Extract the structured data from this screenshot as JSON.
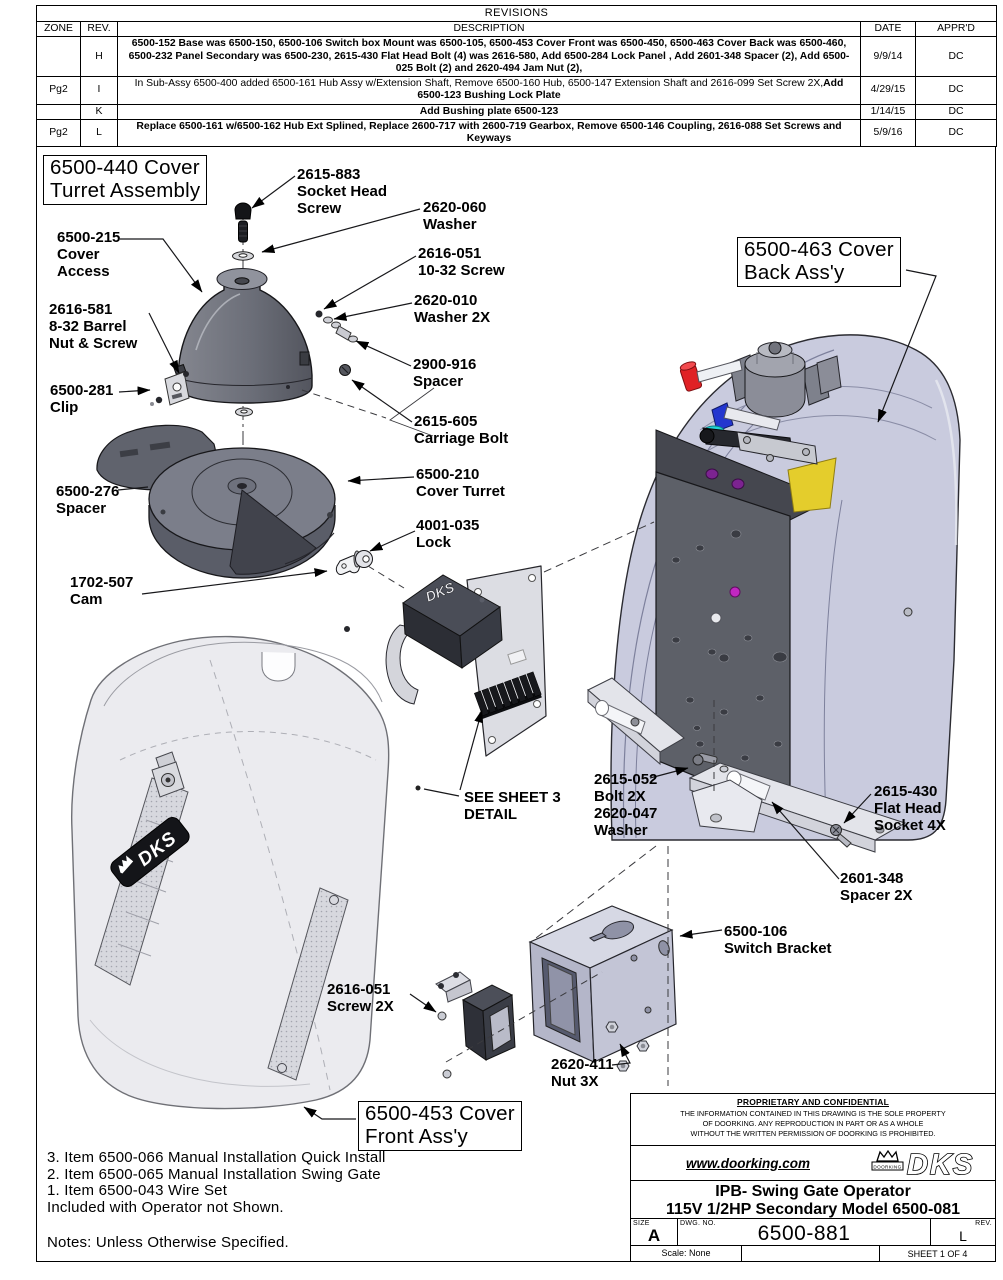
{
  "revisions": {
    "title": "REVISIONS",
    "columns": [
      "ZONE",
      "REV.",
      "DESCRIPTION",
      "DATE",
      "APPR'D"
    ],
    "rows": [
      {
        "zone": "",
        "rev": "H",
        "desc": "6500-152 Base was 6500-150, 6500-106 Switch box Mount was 6500-105, 6500-453 Cover Front was 6500-450, 6500-463 Cover Back was 6500-460,  6500-232 Panel Secondary was 6500-230, 2615-430 Flat Head Bolt (4) was 2616-580, Add 6500-284 Lock Panel , Add 2601-348 Spacer (2), Add 6500-025 Bolt (2) and  2620-494 Jam Nut (2),",
        "desc_bold": "",
        "date": "9/9/14",
        "appr": "DC"
      },
      {
        "zone": "Pg2",
        "rev": "I",
        "desc": "In Sub-Assy 6500-400 added 6500-161 Hub Assy w/Extension Shaft, Remove 6500-160 Hub, 6500-147 Extension Shaft and 2616-099 Set Screw 2X,",
        "desc_bold": "Add 6500-123 Bushing Lock Plate",
        "date": "4/29/15",
        "appr": "DC"
      },
      {
        "zone": "",
        "rev": "K",
        "desc": "Add Bushing plate 6500-123",
        "desc_bold": "",
        "date": "1/14/15",
        "appr": "DC"
      },
      {
        "zone": "Pg2",
        "rev": "L",
        "desc": "Replace 6500-161 w/6500-162 Hub Ext Splined,   Replace 2600-717 with 2600-719 Gearbox, Remove 6500-146 Coupling, 2616-088 Set Screws and Keyways",
        "desc_bold": "",
        "date": "5/9/16",
        "appr": "DC"
      }
    ]
  },
  "boxes": {
    "turret": "6500-440 Cover\nTurret Assembly",
    "back": "6500-463 Cover\nBack Ass'y",
    "front": "6500-453 Cover\nFront Ass'y"
  },
  "callouts": [
    {
      "text": "2615-883\nSocket Head\nScrew"
    },
    {
      "text": "2620-060\nWasher"
    },
    {
      "text": "6500-215\nCover\nAccess"
    },
    {
      "text": "2616-051\n10-32 Screw"
    },
    {
      "text": "2620-010\nWasher 2X"
    },
    {
      "text": "2616-581\n8-32 Barrel\nNut & Screw"
    },
    {
      "text": "2900-916\nSpacer"
    },
    {
      "text": "6500-281\nClip"
    },
    {
      "text": "2615-605\nCarriage Bolt"
    },
    {
      "text": "6500-210\nCover Turret"
    },
    {
      "text": "6500-276\nSpacer"
    },
    {
      "text": "4001-035\nLock"
    },
    {
      "text": "1702-507\nCam"
    },
    {
      "text": "SEE SHEET 3\nDETAIL"
    },
    {
      "text": "2615-052\nBolt 2X\n2620-047\nWasher"
    },
    {
      "text": "2615-430\nFlat Head\nSocket 4X"
    },
    {
      "text": "2601-348\nSpacer 2X"
    },
    {
      "text": "6500-106\nSwitch Bracket"
    },
    {
      "text": "2616-051\nScrew 2X"
    },
    {
      "text": "2620-411\nNut 3X"
    }
  ],
  "notes": {
    "items": [
      "3.  Item  6500-066 Manual Installation Quick Install",
      "2.  Item  6500-065 Manual Installation Swing Gate",
      "1.  Item  6500-043 Wire Set",
      "Included with Operator not Shown."
    ],
    "footer": "Notes: Unless Otherwise Specified."
  },
  "title_block": {
    "prop_title": "PROPRIETARY AND CONFIDENTIAL",
    "prop_body": "THE INFORMATION CONTAINED IN THIS DRAWING IS THE SOLE PROPERTY\nOF DOORKING.  ANY REPRODUCTION IN PART OR AS A WHOLE\nWITHOUT THE WRITTEN PERMISSION OF DOORKING IS PROHIBITED.",
    "website": "www.doorking.com",
    "logo_dks": "DKS",
    "logo_doorking": "DOORKING",
    "title_line1": "IPB- Swing Gate Operator",
    "title_line2": "115V 1/2HP Secondary Model 6500-081",
    "size_label": "SIZE",
    "size": "A",
    "dwg_label": "DWG.  NO.",
    "dwg_no": "6500-881",
    "rev_label": "REV.",
    "rev": "L",
    "scale": "Scale: None",
    "sheet": "SHEET 1 OF 4"
  },
  "art": {
    "badge_text": "DKS",
    "control_box_text": "DKS"
  }
}
